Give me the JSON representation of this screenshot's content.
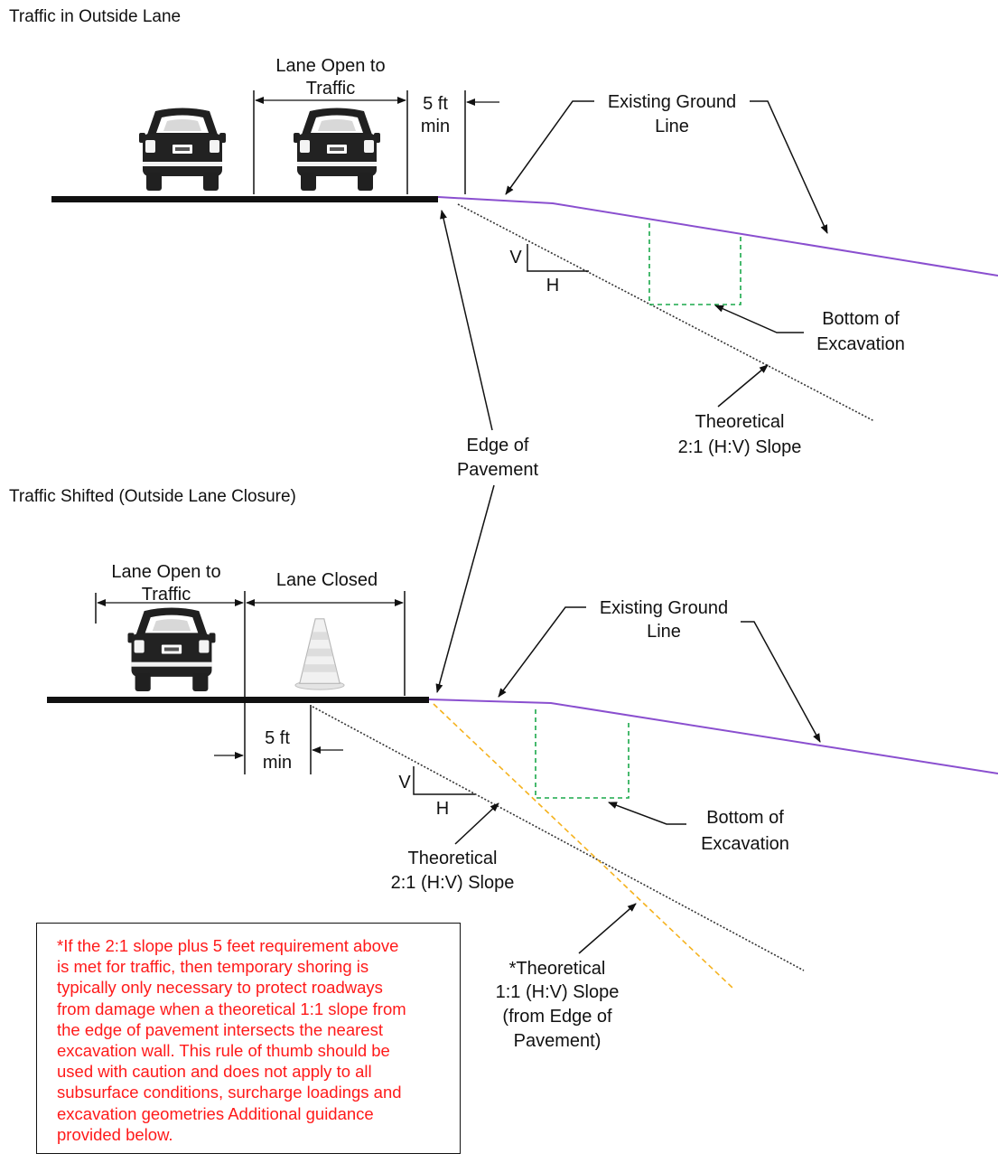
{
  "colors": {
    "ground_line": "#8a4fcf",
    "excavation": "#1aa84a",
    "slope_1_1": "#f5b21e",
    "note_text": "#ff1a1a",
    "ink": "#111111"
  },
  "icons": [
    "vehicle-rear-icon",
    "traffic-cone-icon"
  ],
  "top_panel": {
    "title": "Traffic in Outside Lane",
    "lane_open_line1": "Lane Open to",
    "lane_open_line2": "Traffic",
    "min_dist_line1": "5 ft",
    "min_dist_line2": "min",
    "ground_line1": "Existing Ground",
    "ground_line2": "Line",
    "bottom_line1": "Bottom of",
    "bottom_line2": "Excavation",
    "slope_line1": "Theoretical",
    "slope_line2": "2:1 (H:V) Slope",
    "v_label": "V",
    "h_label": "H"
  },
  "edge_of_pavement": {
    "line1": "Edge of",
    "line2": "Pavement"
  },
  "bottom_panel": {
    "title": "Traffic Shifted (Outside Lane Closure)",
    "lane_open_line1": "Lane Open to",
    "lane_open_line2": "Traffic",
    "lane_closed": "Lane Closed",
    "min_dist_line1": "5 ft",
    "min_dist_line2": "min",
    "ground_line1": "Existing Ground",
    "ground_line2": "Line",
    "bottom_line1": "Bottom of",
    "bottom_line2": "Excavation",
    "slope_line1": "Theoretical",
    "slope_line2": "2:1 (H:V) Slope",
    "v_label": "V",
    "h_label": "H",
    "one_one_line1": "*Theoretical",
    "one_one_line2": "1:1 (H:V) Slope",
    "one_one_line3": "(from Edge of",
    "one_one_line4": "Pavement)"
  },
  "note": {
    "lines": [
      "*If the 2:1 slope plus 5 feet requirement above",
      "is met for traffic, then temporary shoring is",
      "typically only necessary to protect roadways",
      "from damage when a theoretical 1:1 slope from",
      "the edge of pavement intersects the nearest",
      "excavation wall.  This rule of thumb should be",
      "used with caution and does not apply to all",
      "subsurface conditions, surcharge loadings and",
      "excavation geometries  Additional guidance",
      "provided below."
    ]
  }
}
